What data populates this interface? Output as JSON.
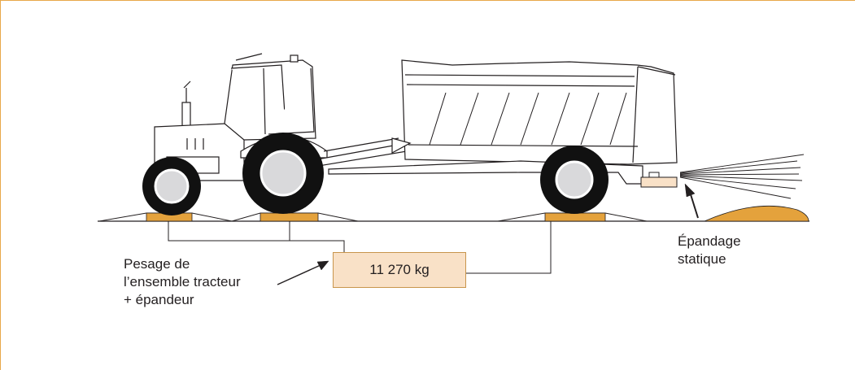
{
  "weighing_label": {
    "line1": "Pesage de",
    "line2": "l’ensemble tracteur",
    "line3": "+ épandeur"
  },
  "weight_display": "11 270 kg",
  "spreading_label": {
    "line1": "Épandage",
    "line2": "statique"
  },
  "colors": {
    "frame": "#e8a84a",
    "scale_pad": "#e4a23c",
    "weight_box_fill": "#f9e1c7",
    "manure_pile": "#e4a23c",
    "hub": "#d9d9db",
    "tire": "#111111"
  }
}
